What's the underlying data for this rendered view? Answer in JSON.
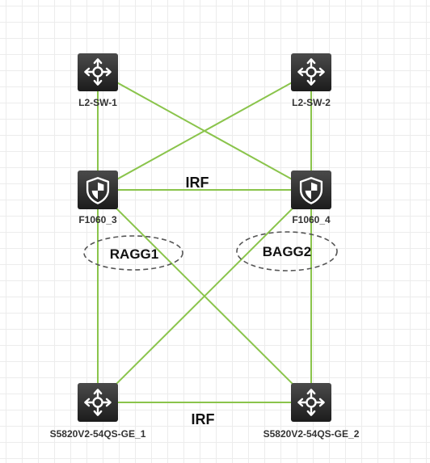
{
  "colors": {
    "link": "#8ac44b",
    "device_bg": "#2b2b2b",
    "icon_fg": "#ffffff",
    "group_outline": "#555555"
  },
  "nodes": {
    "l2_sw_1": {
      "label": "L2-SW-1",
      "icon": "switch-icon"
    },
    "l2_sw_2": {
      "label": "L2-SW-2",
      "icon": "switch-icon"
    },
    "fw_3": {
      "label": "F1060_3",
      "icon": "firewall-shield-icon"
    },
    "fw_4": {
      "label": "F1060_4",
      "icon": "firewall-shield-icon"
    },
    "sw_1": {
      "label": "S5820V2-54QS-GE_1",
      "icon": "switch-icon"
    },
    "sw_2": {
      "label": "S5820V2-54QS-GE_2",
      "icon": "switch-icon"
    }
  },
  "links": [
    {
      "from": "l2_sw_1",
      "to": "fw_3"
    },
    {
      "from": "l2_sw_1",
      "to": "fw_4"
    },
    {
      "from": "l2_sw_2",
      "to": "fw_3"
    },
    {
      "from": "l2_sw_2",
      "to": "fw_4"
    },
    {
      "from": "fw_3",
      "to": "fw_4"
    },
    {
      "from": "fw_3",
      "to": "sw_1"
    },
    {
      "from": "fw_3",
      "to": "sw_2"
    },
    {
      "from": "fw_4",
      "to": "sw_1"
    },
    {
      "from": "fw_4",
      "to": "sw_2"
    },
    {
      "from": "sw_1",
      "to": "sw_2"
    }
  ],
  "link_labels": {
    "fw_irf": "IRF",
    "sw_irf": "IRF"
  },
  "groups": {
    "ragg1": "RAGG1",
    "bagg2": "BAGG2"
  }
}
